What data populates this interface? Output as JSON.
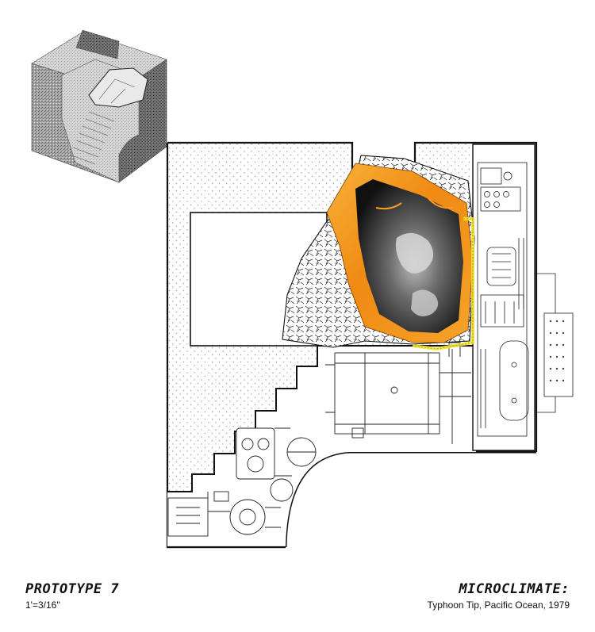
{
  "labels": {
    "prototype_title": "PROTOTYPE 7",
    "scale": "1'=3/16''",
    "microclimate_title": "MICROCLIMATE:",
    "microclimate_subtitle": "Typhoon Tip, Pacific Ocean, 1979"
  },
  "colors": {
    "ink": "#111111",
    "stipple": "#9a9a9a",
    "water_orange": "#f29a1e",
    "water_dark": "#1a1a1a",
    "highlight_yellow": "#f3e53a",
    "iso_gray": "#8c8c8c"
  }
}
